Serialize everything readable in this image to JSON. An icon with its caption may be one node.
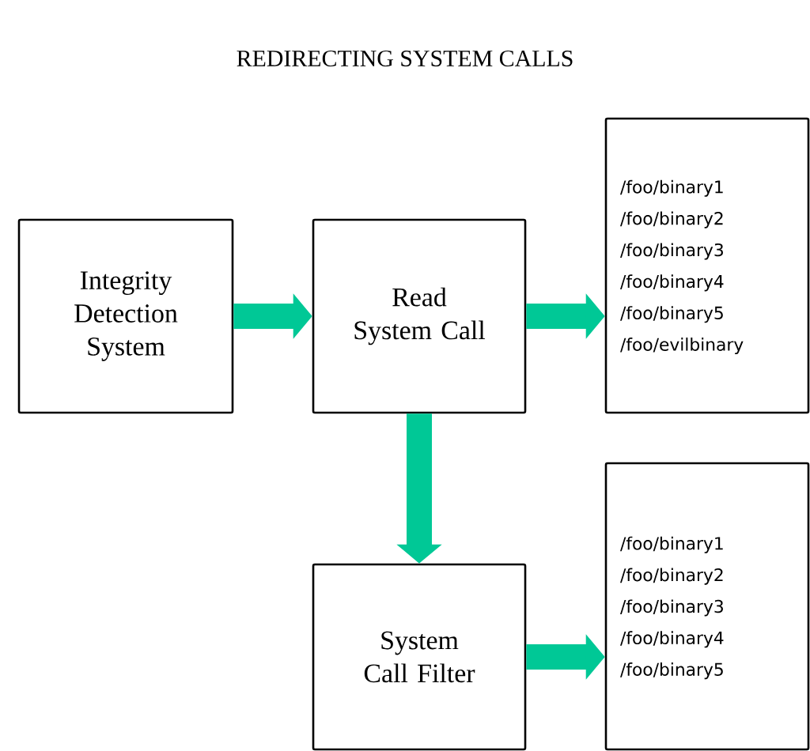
{
  "diagram": {
    "title": "REDIRECTING SYSTEM CALLS",
    "nodes": [
      {
        "text": [
          "Integrity Detection System"
        ]
      },
      {
        "text": [
          "Read System Call"
        ]
      },
      {
        "text": [
          "/foo/binary1",
          "/foo/binary2",
          "/foo/binary3",
          "/foo/binary4",
          "/foo/binary5",
          "/foo/evilbinary"
        ]
      },
      {
        "text": [
          "System Call Filter"
        ]
      },
      {
        "text": [
          "/foo/binary1",
          "/foo/binary2",
          "/foo/binary3",
          "/foo/binary4",
          "/foo/binary5"
        ]
      }
    ],
    "edges": [
      {
        "from": 0,
        "to": 1,
        "arrow": "to"
      },
      {
        "from": 1,
        "to": 2,
        "arrow": "to"
      },
      {
        "from": 1,
        "to": 3,
        "arrow": "to"
      },
      {
        "from": 3,
        "to": 4,
        "arrow": "to"
      }
    ]
  }
}
